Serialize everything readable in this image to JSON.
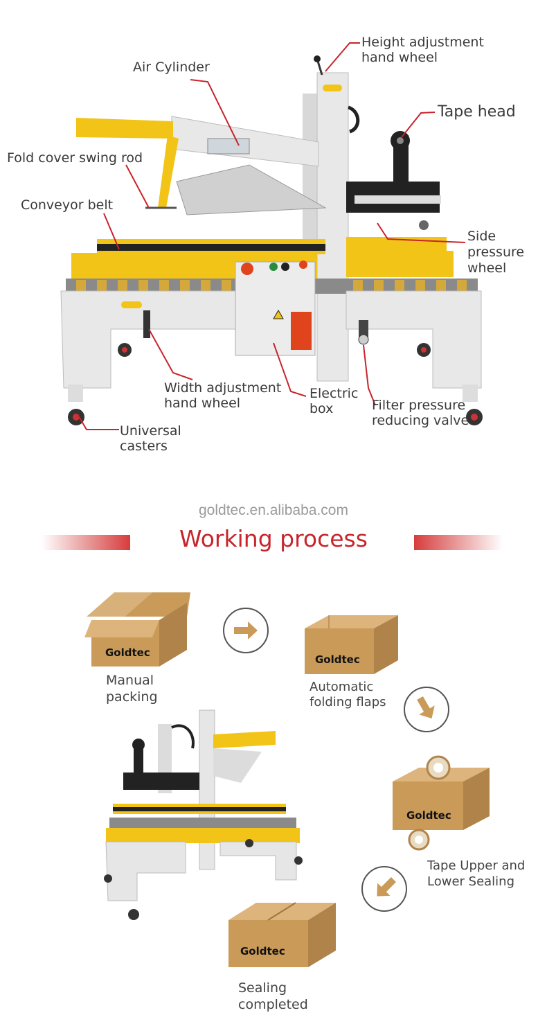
{
  "callouts": {
    "height_adjustment": [
      "Height adjustment",
      "hand wheel"
    ],
    "air_cylinder": "Air Cylinder",
    "tape_head": "Tape head",
    "fold_cover": "Fold cover swing rod",
    "conveyor_belt": "Conveyor belt",
    "side_pressure": [
      "Side",
      "pressure",
      "wheel"
    ],
    "width_adjustment": [
      "Width adjustment",
      "hand wheel"
    ],
    "electric_box": [
      "Electric",
      "box"
    ],
    "filter_valve": [
      "Filter pressure",
      "reducing valve"
    ],
    "universal_casters": [
      "Universal",
      "casters"
    ]
  },
  "process": {
    "brand_url": "goldtec.en.alibaba.com",
    "title": "Working process",
    "box_brand": "Goldtec",
    "steps": [
      [
        "Manual",
        "packing"
      ],
      [
        "Automatic",
        "folding flaps"
      ],
      [
        "Tape Upper and",
        "Lower Sealing"
      ],
      [
        "Sealing",
        "completed"
      ]
    ]
  },
  "colors": {
    "accent_red": "#c7242b",
    "machine_yellow": "#f2c418",
    "machine_frame": "#e6e6e6",
    "cardboard": "#c99a58"
  }
}
